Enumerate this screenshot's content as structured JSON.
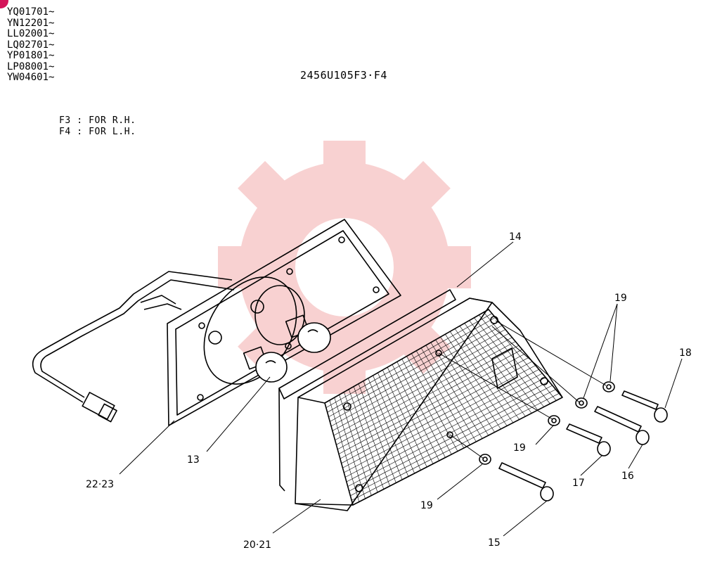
{
  "serial_numbers": [
    "YQ01701~",
    "YN12201~",
    "LL02001~",
    "LQ02701~",
    "YP01801~",
    "LP08001~",
    "YW04601~"
  ],
  "drawing_code": "2456U105F3·F4",
  "legend": [
    "F3 : FOR R.H.",
    "F4 : FOR L.H."
  ],
  "part_labels": {
    "p13": "13",
    "p14": "14",
    "p15": "15",
    "p16": "16",
    "p17": "17",
    "p18": "18",
    "p19a": "19",
    "p19b": "19",
    "p19c": "19",
    "p2021": "20·21",
    "p2223": "22·23"
  },
  "colors": {
    "line": "#000000",
    "watermark": "#f4b4b4",
    "badge": "#d4145a"
  }
}
